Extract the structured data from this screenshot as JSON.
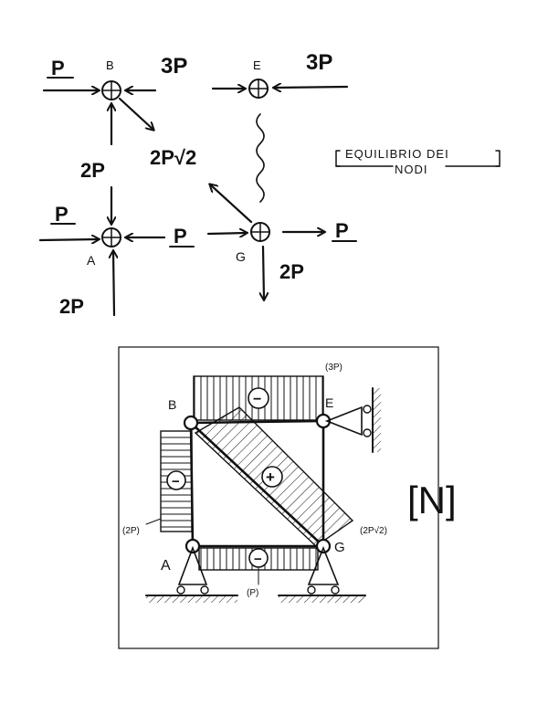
{
  "equilibrium": {
    "title_line1": "EQUILIBRIO DEI",
    "title_line2": "NODI",
    "node_B": {
      "label": "B",
      "left_force": "P",
      "right_force": "3P",
      "bottom_force": "2P",
      "diagonal_force": "2P√2"
    },
    "node_E": {
      "label": "E",
      "left_force": "",
      "right_force": "3P"
    },
    "node_A": {
      "label": "A",
      "left_force": "P",
      "right_force": "P",
      "top_force": "2P",
      "bottom_force": "2P"
    },
    "node_G": {
      "label": "G",
      "right_force": "P",
      "bottom_force": "2P"
    }
  },
  "diagram": {
    "nodes": {
      "B": "B",
      "E": "E",
      "A": "A",
      "G": "G"
    },
    "signs": {
      "top_member": "−",
      "left_member": "−",
      "diagonal_member": "+",
      "bottom_member": "−"
    },
    "values": {
      "top": "(3P)",
      "left": "(2P)",
      "diagonal": "(2P√2)",
      "bottom": "(P)"
    },
    "label": "[N]"
  }
}
